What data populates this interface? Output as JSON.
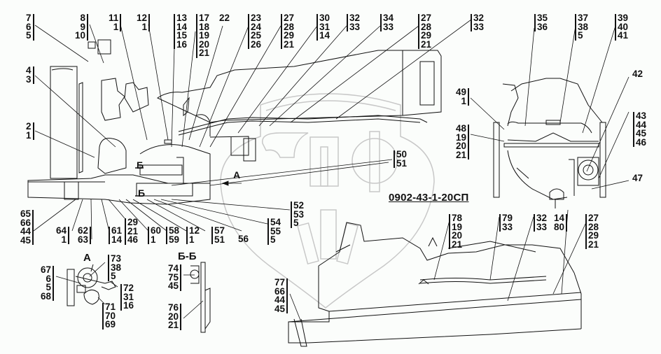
{
  "drawing": {
    "code": "0902-43-1-20СП",
    "watermark": "ЭПФ",
    "line_color": "#111111",
    "watermark_color": "#c8c8c8",
    "background": "#fbfdfb"
  },
  "section_labels": {
    "view_a": "А",
    "section_bb": "Б-Б",
    "arrow_a": "А",
    "marker_b_upper": "Б",
    "marker_b_lower": "Б"
  },
  "callouts": [
    {
      "id": "c-7-6-5",
      "nums": [
        "7",
        "6",
        "5"
      ]
    },
    {
      "id": "c-8-9-10",
      "nums": [
        "8",
        "9",
        "10"
      ]
    },
    {
      "id": "c-11-1",
      "nums": [
        "11",
        "1"
      ]
    },
    {
      "id": "c-12-1-top",
      "nums": [
        "12",
        "1"
      ]
    },
    {
      "id": "c-13-16",
      "nums": [
        "13",
        "14",
        "15",
        "16"
      ]
    },
    {
      "id": "c-17-21",
      "nums": [
        "17",
        "18",
        "19",
        "20",
        "21"
      ]
    },
    {
      "id": "c-22",
      "nums": [
        "22"
      ]
    },
    {
      "id": "c-23-26",
      "nums": [
        "23",
        "24",
        "25",
        "26"
      ]
    },
    {
      "id": "c-27-21-a",
      "nums": [
        "27",
        "28",
        "29",
        "21"
      ]
    },
    {
      "id": "c-30-14",
      "nums": [
        "30",
        "31",
        "14"
      ]
    },
    {
      "id": "c-32-33-a",
      "nums": [
        "32",
        "33"
      ]
    },
    {
      "id": "c-34-33",
      "nums": [
        "34",
        "33"
      ]
    },
    {
      "id": "c-27-21-b",
      "nums": [
        "27",
        "28",
        "29",
        "21"
      ]
    },
    {
      "id": "c-32-33-b",
      "nums": [
        "32",
        "33"
      ]
    },
    {
      "id": "c-35-36",
      "nums": [
        "35",
        "36"
      ]
    },
    {
      "id": "c-37-5",
      "nums": [
        "37",
        "38",
        "5"
      ]
    },
    {
      "id": "c-39-41",
      "nums": [
        "39",
        "40",
        "41"
      ]
    },
    {
      "id": "c-4-3",
      "nums": [
        "4",
        "3"
      ]
    },
    {
      "id": "c-2-1",
      "nums": [
        "2",
        "1"
      ]
    },
    {
      "id": "c-49-1",
      "nums": [
        "49",
        "1"
      ]
    },
    {
      "id": "c-48-21",
      "nums": [
        "48",
        "19",
        "20",
        "21"
      ]
    },
    {
      "id": "c-42",
      "nums": [
        "42"
      ]
    },
    {
      "id": "c-43-46",
      "nums": [
        "43",
        "44",
        "45",
        "46"
      ]
    },
    {
      "id": "c-47",
      "nums": [
        "47"
      ]
    },
    {
      "id": "c-50-51",
      "nums": [
        "50",
        "51"
      ]
    },
    {
      "id": "c-65-45",
      "nums": [
        "65",
        "66",
        "44",
        "45"
      ]
    },
    {
      "id": "c-64-1",
      "nums": [
        "64",
        "1"
      ]
    },
    {
      "id": "c-62-63",
      "nums": [
        "62",
        "63"
      ]
    },
    {
      "id": "c-61-14",
      "nums": [
        "61",
        "14"
      ]
    },
    {
      "id": "c-29-46",
      "nums": [
        "29",
        "21",
        "46"
      ]
    },
    {
      "id": "c-60-1",
      "nums": [
        "60",
        "1"
      ]
    },
    {
      "id": "c-58-59",
      "nums": [
        "58",
        "59"
      ]
    },
    {
      "id": "c-12-1-bottom",
      "nums": [
        "12",
        "1"
      ]
    },
    {
      "id": "c-57-51",
      "nums": [
        "57",
        "51"
      ]
    },
    {
      "id": "c-56",
      "nums": [
        "56"
      ]
    },
    {
      "id": "c-54-5",
      "nums": [
        "54",
        "55",
        "5"
      ]
    },
    {
      "id": "c-52-5",
      "nums": [
        "52",
        "53",
        "5"
      ]
    },
    {
      "id": "c-78-21",
      "nums": [
        "78",
        "19",
        "20",
        "21"
      ]
    },
    {
      "id": "c-79-33",
      "nums": [
        "79",
        "33"
      ]
    },
    {
      "id": "c-32-33-c",
      "nums": [
        "32",
        "33"
      ]
    },
    {
      "id": "c-14-80",
      "nums": [
        "14",
        "80"
      ]
    },
    {
      "id": "c-27-21-c",
      "nums": [
        "27",
        "28",
        "29",
        "21"
      ]
    },
    {
      "id": "c-77-45",
      "nums": [
        "77",
        "66",
        "44",
        "45"
      ]
    },
    {
      "id": "c-67-68",
      "nums": [
        "67",
        "6",
        "5",
        "68"
      ]
    },
    {
      "id": "c-73-5",
      "nums": [
        "73",
        "38",
        "5"
      ]
    },
    {
      "id": "c-72-16",
      "nums": [
        "72",
        "31",
        "16"
      ]
    },
    {
      "id": "c-71-69",
      "nums": [
        "71",
        "70",
        "69"
      ]
    },
    {
      "id": "c-74-45",
      "nums": [
        "74",
        "75",
        "45"
      ]
    },
    {
      "id": "c-76-21",
      "nums": [
        "76",
        "20",
        "21"
      ]
    }
  ]
}
